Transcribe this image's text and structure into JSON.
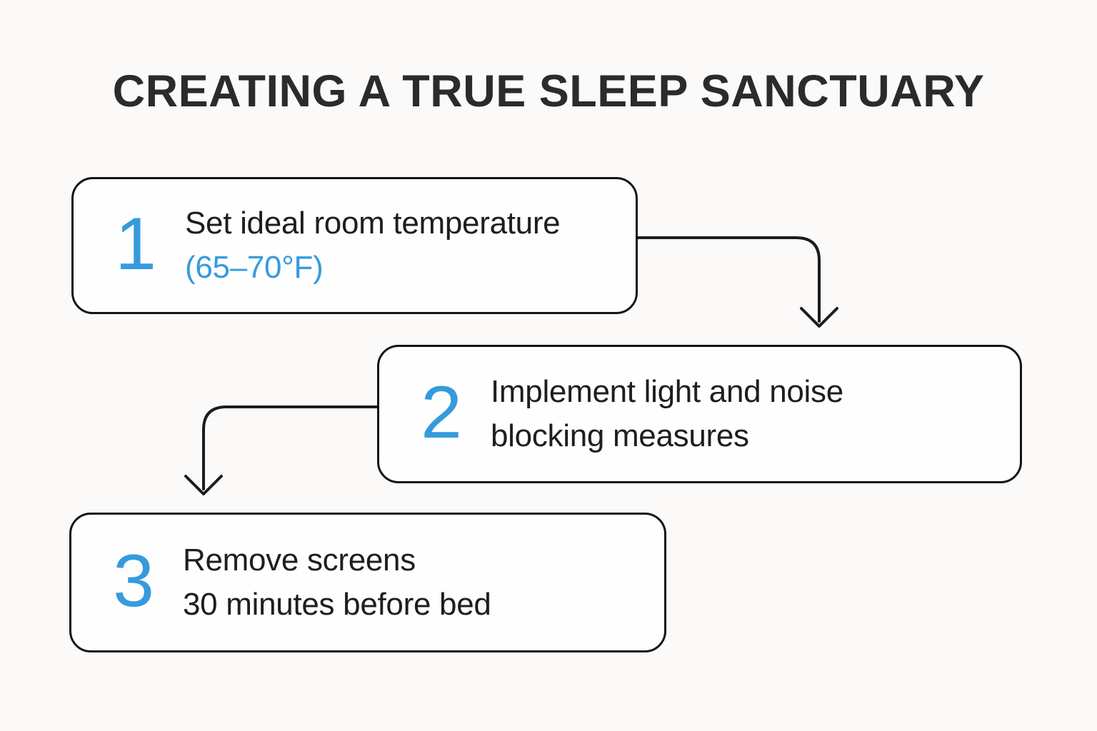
{
  "title": "CREATING A TRUE SLEEP SANCTUARY",
  "colors": {
    "accent": "#359bdc",
    "text": "#1e1e1e",
    "title_text": "#2b2b2b",
    "box_border": "#141414",
    "box_fill": "#fefefe",
    "background": "#fbfaf9",
    "arrow": "#1c1c1c"
  },
  "steps": [
    {
      "number": "1",
      "line1": "Set ideal room temperature",
      "line2": "(65–70°F)"
    },
    {
      "number": "2",
      "line1": "Implement light and noise",
      "line2": "blocking measures"
    },
    {
      "number": "3",
      "line1": "Remove screens",
      "line2": "30 minutes before bed"
    }
  ],
  "connectors": [
    {
      "from": "step-1",
      "to": "step-2",
      "shape": "right-then-down-arrow"
    },
    {
      "from": "step-2",
      "to": "step-3",
      "shape": "left-then-down-arrow"
    }
  ]
}
